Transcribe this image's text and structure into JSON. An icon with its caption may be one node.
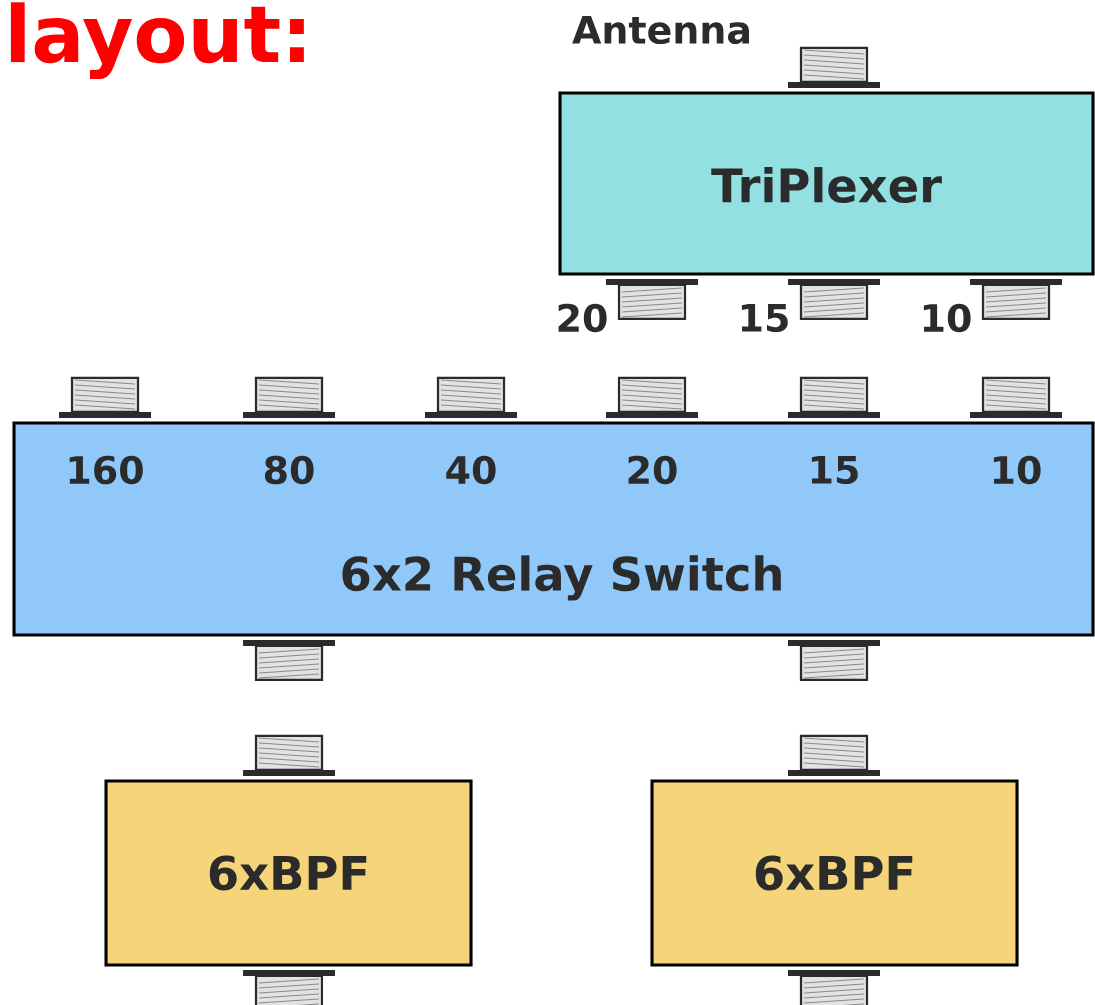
{
  "diagram": {
    "title": "layout:",
    "nodes": [
      {
        "text": [
          "TriPlexer"
        ]
      },
      {
        "text": [
          "6x2 Relay Switch"
        ]
      },
      {
        "text": [
          "6xBPF"
        ]
      },
      {
        "text": [
          "6xBPF"
        ]
      }
    ],
    "labels": [
      "Antenna",
      "20",
      "15",
      "10",
      "160",
      "80",
      "40",
      "20",
      "15",
      "10"
    ]
  }
}
